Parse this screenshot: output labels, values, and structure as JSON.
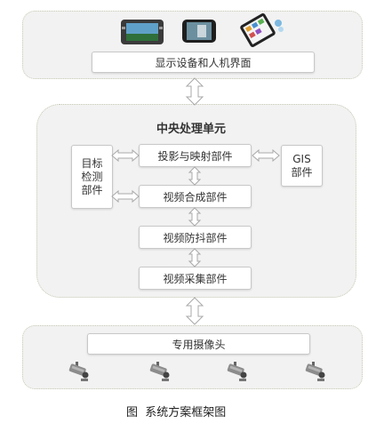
{
  "display_group": {
    "box_label": "显示设备和人机界面",
    "device_icons": [
      "car-navigation-display-icon",
      "phone-display-icon",
      "tablet-display-icon"
    ]
  },
  "central_unit": {
    "title": "中央处理单元",
    "target_detection": "目标\n检测\n部件",
    "projection_mapping": "投影与映射部件",
    "gis": "GIS\n部件",
    "video_compositing": "视频合成部件",
    "video_stabilization": "视频防抖部件",
    "video_capture": "视频采集部件"
  },
  "camera_group": {
    "box_label": "专用摄像头",
    "camera_icons": [
      "camera-icon",
      "camera-icon",
      "camera-icon",
      "camera-icon"
    ]
  },
  "caption": "图  系统方案框架图",
  "colors": {
    "arrow_fill": "#ffffff",
    "arrow_stroke": "#a9a9a9",
    "group_bg": "#f2f2f2",
    "group_border": "#c9c9b4"
  }
}
